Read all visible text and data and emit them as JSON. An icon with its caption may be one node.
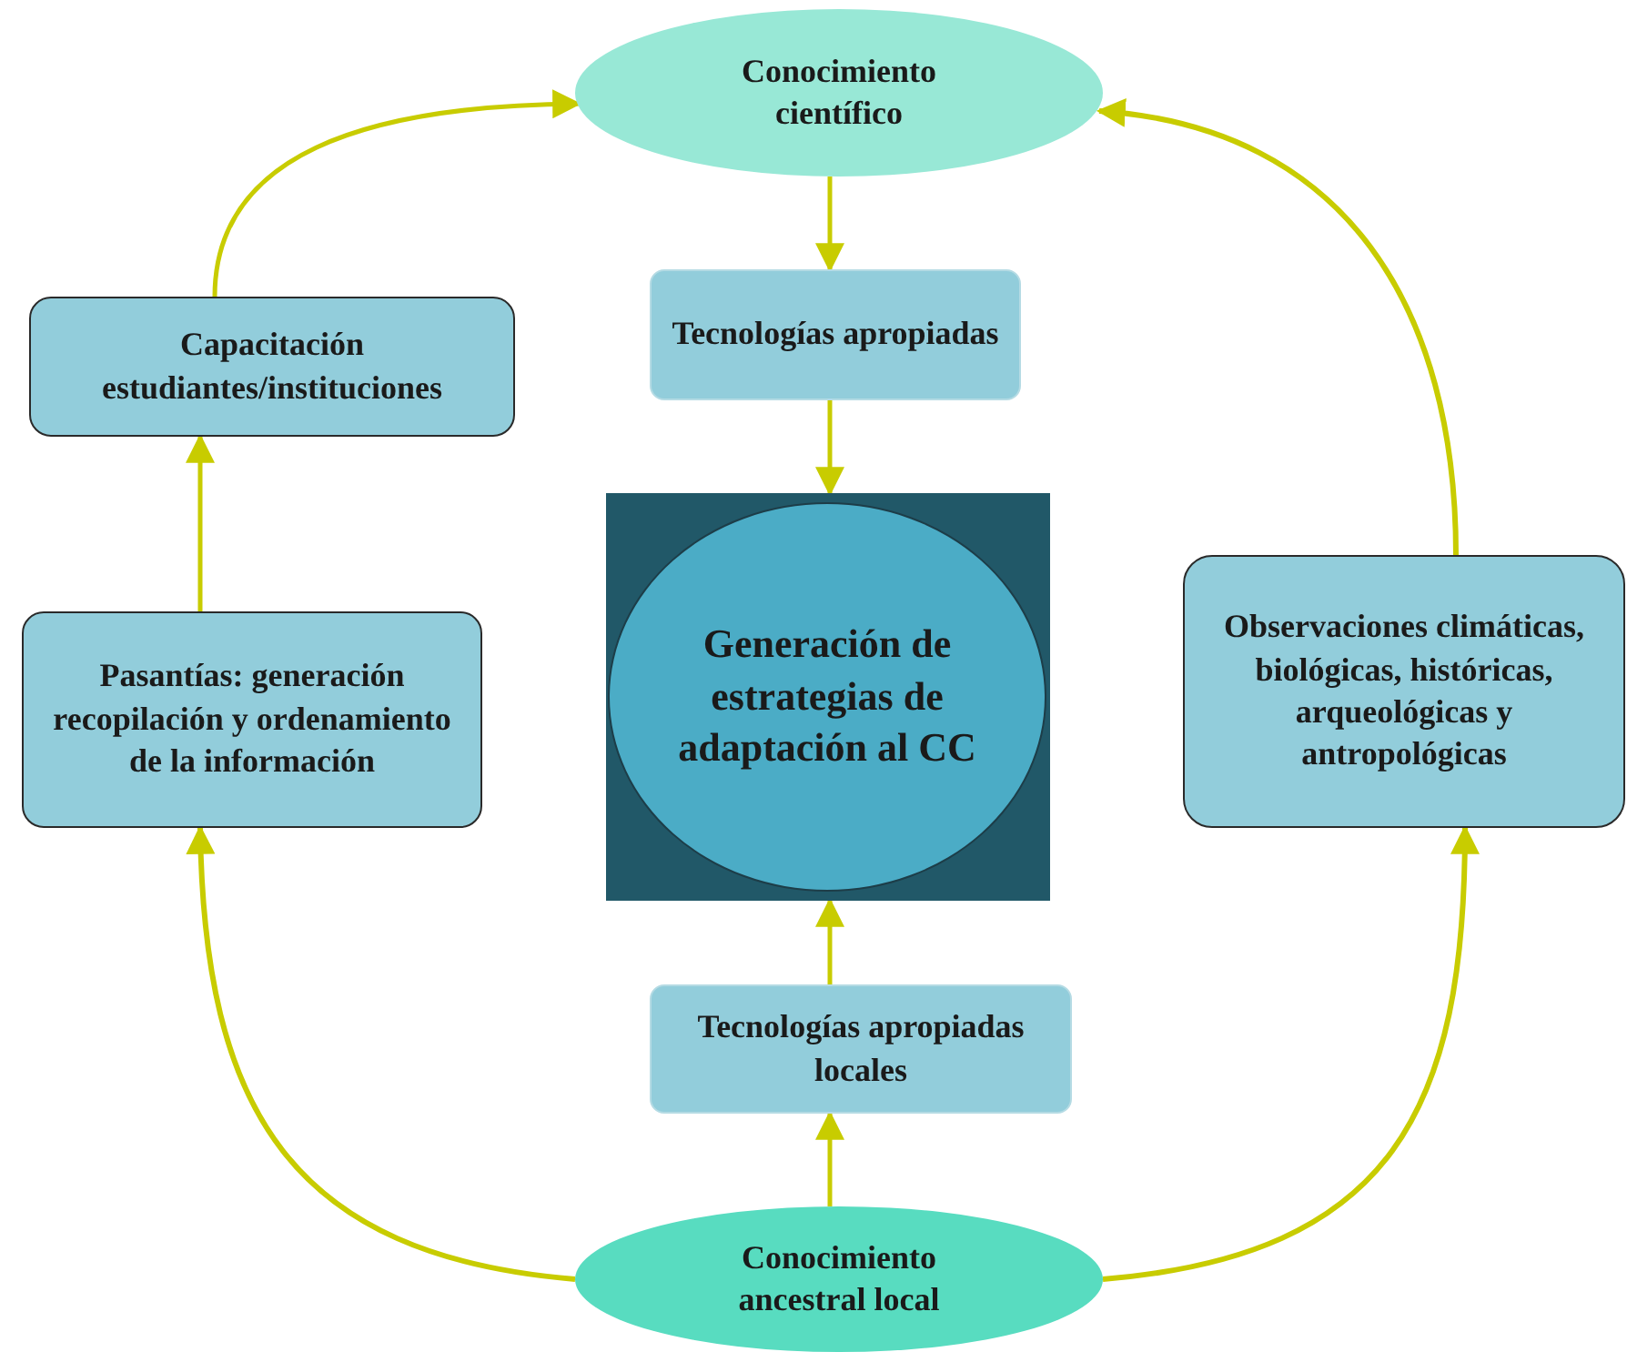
{
  "diagram": {
    "nodes": [
      {
        "text": [
          "Conocimiento científico"
        ]
      },
      {
        "text": [
          "Capacitación estudiantes/instituciones"
        ]
      },
      {
        "text": [
          "Tecnologías apropiadas"
        ]
      },
      {
        "text": [],
        "shape": "box"
      },
      {
        "text": [
          "Generación de estrategias de adaptación al CC"
        ],
        "in": 3
      },
      {
        "text": [
          "Pasantías: generación recopilación y ordenamiento de la información"
        ]
      },
      {
        "text": [
          "Observaciones climáticas, biológicas, históricas, arqueológicas y antropológicas"
        ]
      },
      {
        "text": [
          "Tecnologías apropiadas locales"
        ]
      },
      {
        "text": [
          "Conocimiento ancestral local"
        ]
      }
    ],
    "edges": [
      {
        "from": 1,
        "to": 0,
        "arrow": "to"
      },
      {
        "from": 0,
        "to": 2,
        "arrow": "to"
      },
      {
        "from": 2,
        "to": 3,
        "arrow": "to"
      },
      {
        "from": 5,
        "to": 1,
        "arrow": "to"
      },
      {
        "from": 8,
        "to": 5,
        "arrow": "to"
      },
      {
        "from": 8,
        "to": 7,
        "arrow": "to"
      },
      {
        "from": 7,
        "to": 3,
        "arrow": "to"
      },
      {
        "from": 8,
        "to": 6,
        "arrow": "to"
      },
      {
        "from": 6,
        "to": 0,
        "arrow": "to"
      }
    ]
  }
}
